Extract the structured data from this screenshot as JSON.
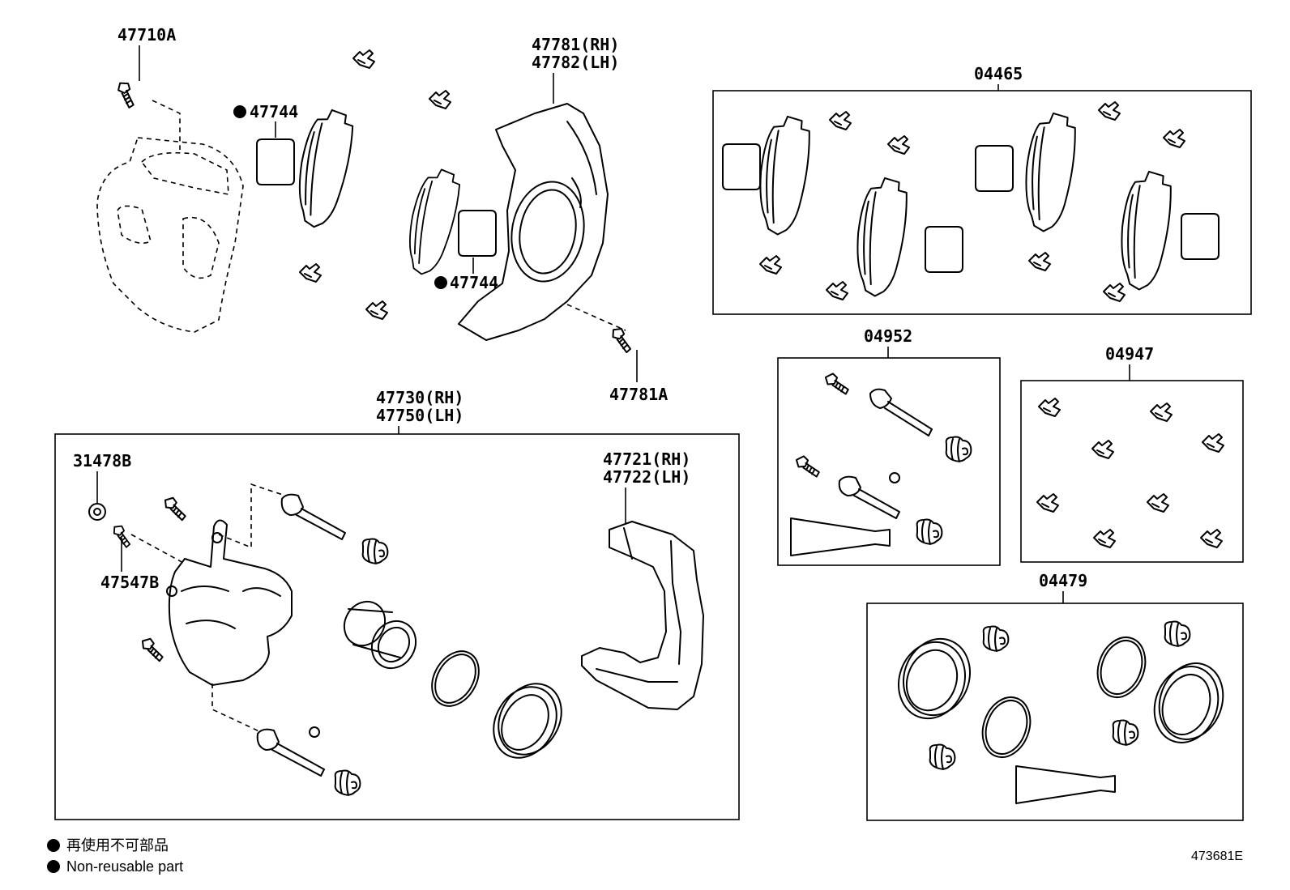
{
  "labels": {
    "p47710A": "47710A",
    "p47744_a": "47744",
    "p47744_b": "47744",
    "p47781_rh": "47781(RH)",
    "p47782_lh": "47782(LH)",
    "p47781A": "47781A",
    "p04465": "04465",
    "p04952": "04952",
    "p04947": "04947",
    "p04479": "04479",
    "p47730_rh": "47730(RH)",
    "p47750_lh": "47750(LH)",
    "p31478B": "31478B",
    "p47547B": "47547B",
    "p47721_rh": "47721(RH)",
    "p47722_lh": "47722(LH)"
  },
  "legend": {
    "japanese": "再使用不可部品",
    "english": "Non-reusable part"
  },
  "reference": "473681E"
}
